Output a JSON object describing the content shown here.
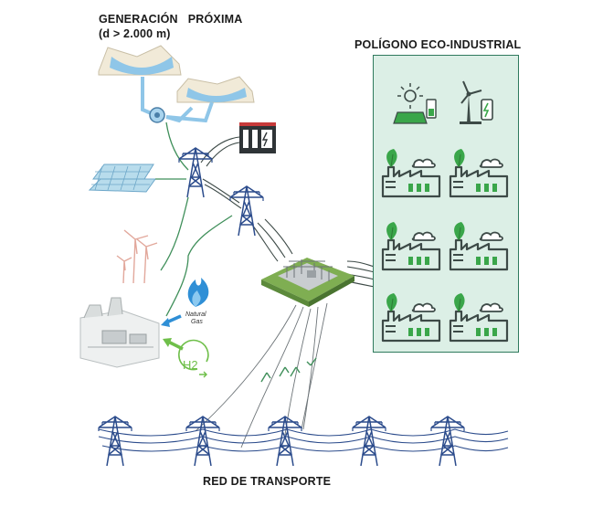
{
  "labels": {
    "generation_title": "GENERACIÓN   PRÓXIMA",
    "generation_distance": "(d > 2.000 m)",
    "eco_title": "POLÍGONO ECO-INDUSTRIAL",
    "network_title": "RED DE TRANSPORTE",
    "natural_gas_line1": "Natural",
    "natural_gas_line2": "Gas",
    "hydrogen": "H2"
  },
  "icons": [
    "reservoir-pumped-hydro-icon",
    "turbine-icon",
    "inverter-cabinet-icon",
    "solar-panel-array-icon",
    "wind-turbines-icon",
    "gas-power-plant-icon",
    "natural-gas-flame-icon",
    "hydrogen-icon",
    "substation-icon",
    "transmission-tower-icon",
    "solar-battery-icon",
    "wind-battery-icon",
    "green-factory-icon"
  ],
  "colors": {
    "eco_panel_fill": "#dcefe6",
    "eco_panel_border": "#2f7a5d",
    "line_green": "#3f8f5a",
    "tower_blue": "#2c4c8c",
    "water_blue": "#8fc6e8",
    "factory_green": "#3aa64a",
    "gas_arrow_blue": "#2f8fd6",
    "h2_arrow_green": "#6fbf4a"
  }
}
